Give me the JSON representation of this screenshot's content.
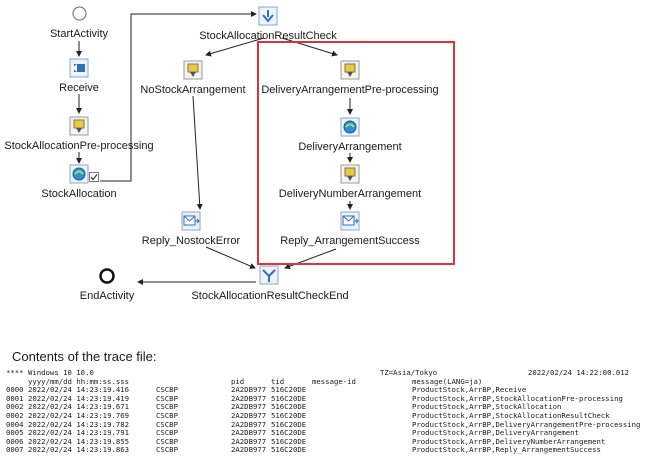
{
  "nodes": {
    "start": "StartActivity",
    "receive": "Receive",
    "preproc": "StockAllocationPre-processing",
    "alloc": "StockAllocation",
    "check": "StockAllocationResultCheck",
    "nostock": "NoStockArrangement",
    "deliv_pre": "DeliveryArrangementPre-processing",
    "deliv": "DeliveryArrangement",
    "delivnum": "DeliveryNumberArrangement",
    "reply_success": "Reply_ArrangementSuccess",
    "reply_error": "Reply_NostockError",
    "check_end": "StockAllocationResultCheckEnd",
    "end": "EndActivity"
  },
  "caption": "Contents of the trace file:",
  "trace": {
    "header1": {
      "left": "**** Windows 10 10.0",
      "tz": "TZ=Asia/Tokyo",
      "date": "2022/02/24 14:22:00.012"
    },
    "header2": {
      "datefmt": "yyyy/mm/dd hh:mm:ss.sss",
      "pid": "pid",
      "tid": "tid",
      "msgid": "message-id",
      "msg": "message(LANG=ja)"
    },
    "rows": [
      {
        "no": "0000",
        "date": "2022/02/24 14:23:19.416",
        "proc": "CSCBP",
        "pid": "2A2DB977",
        "tid": "516C20DE",
        "msg": "ProductStock,ArrBP,Receive"
      },
      {
        "no": "0001",
        "date": "2022/02/24 14:23:19.419",
        "proc": "CSCBP",
        "pid": "2A2DB977",
        "tid": "516C20DE",
        "msg": "ProductStock,ArrBP,StockAllocationPre-processing"
      },
      {
        "no": "0002",
        "date": "2022/02/24 14:23:19.671",
        "proc": "CSCBP",
        "pid": "2A2DB977",
        "tid": "516C20DE",
        "msg": "ProductStock,ArrBP,StockAllocation"
      },
      {
        "no": "0002",
        "date": "2022/02/24 14:23:19.769",
        "proc": "CSCBP",
        "pid": "2A2DB977",
        "tid": "516C20DE",
        "msg": "ProductStock,ArrBP,StockAllocationResultCheck"
      },
      {
        "no": "0004",
        "date": "2022/02/24 14:23:19.782",
        "proc": "CSCBP",
        "pid": "2A2DB977",
        "tid": "516C20DE",
        "msg": "ProductStock,ArrBP,DeliveryArrangementPre-processing"
      },
      {
        "no": "0005",
        "date": "2022/02/24 14:23:19.791",
        "proc": "CSCBP",
        "pid": "2A2DB977",
        "tid": "516C20DE",
        "msg": "ProductStock,ArrBP,DeliveryArrangement"
      },
      {
        "no": "0006",
        "date": "2022/02/24 14:23:19.855",
        "proc": "CSCBP",
        "pid": "2A2DB977",
        "tid": "516C20DE",
        "msg": "ProductStock,ArrBP,DeliveryNumberArrangement"
      },
      {
        "no": "0007",
        "date": "2022/02/24 14:23:19.863",
        "proc": "CSCBP",
        "pid": "2A2DB977",
        "tid": "516C20DE",
        "msg": "ProductStock,ArrBP,Reply_ArrangementSuccess"
      }
    ]
  },
  "colors": {
    "highlight": "#e0323c",
    "icon_blue": "#2f6fc4",
    "icon_yellow": "#e8c94a"
  }
}
